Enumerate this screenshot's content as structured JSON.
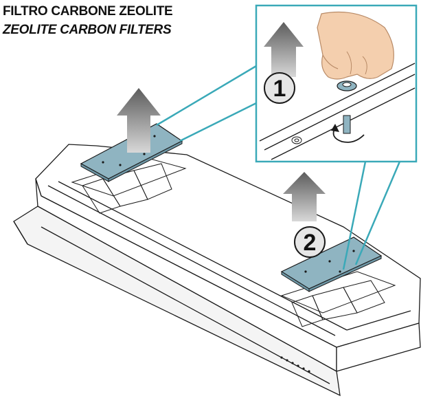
{
  "header": {
    "title": "FILTRO CARBONE ZEOLITE",
    "subtitle": "ZEOLITE CARBON FILTERS"
  },
  "steps": [
    {
      "number": "1"
    },
    {
      "number": "2"
    }
  ],
  "colors": {
    "filter": "#8fb4c1",
    "callout": "#3aa9b8",
    "arrow": "#7a7a7a",
    "outline": "#1a1a1a"
  }
}
